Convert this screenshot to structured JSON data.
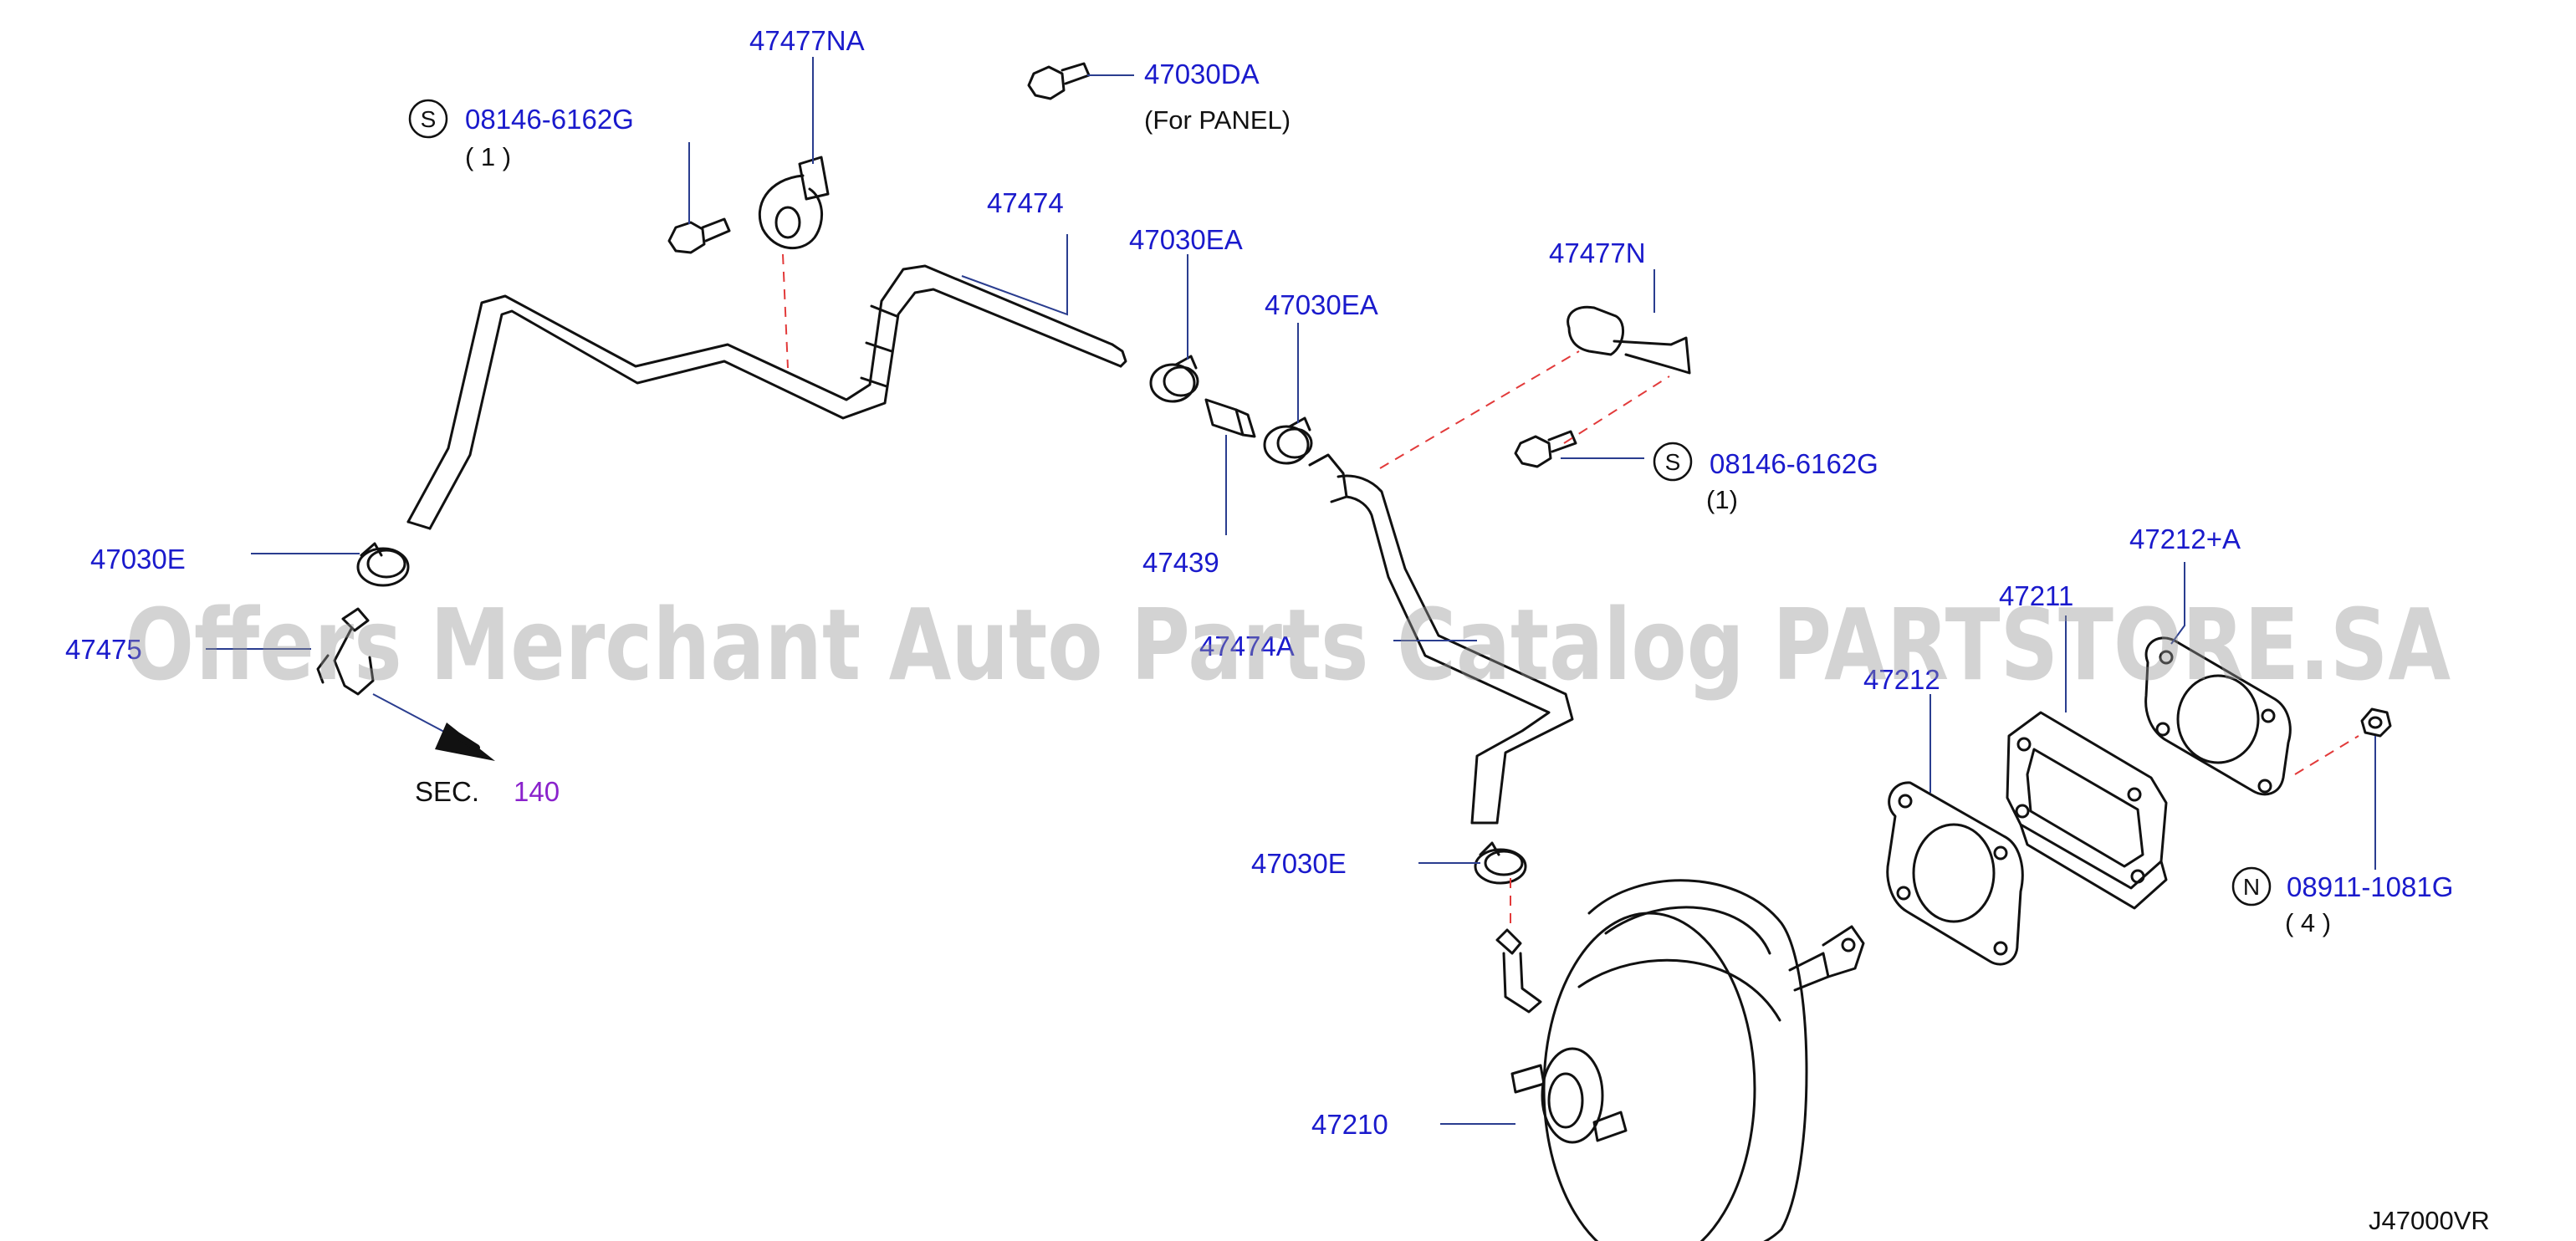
{
  "watermark": "Offers Merchant Auto Parts Catalog PARTSTORE.SA",
  "diagram_code": "J47000VR",
  "section_ref": {
    "label": "SEC.",
    "number": "140"
  },
  "colors": {
    "part_label": "#1a1acc",
    "section_number": "#8a22cc",
    "dashed_guide": "#e23a3a",
    "leader": "#2a3d8f"
  },
  "callouts": [
    {
      "id": "47477NA",
      "label": "47477NA"
    },
    {
      "id": "47030DA",
      "label": "47030DA",
      "note": "(For  PANEL)"
    },
    {
      "id": "08146-6162G-top",
      "symbol": "S",
      "label": "08146-6162G",
      "qty": "( 1 )"
    },
    {
      "id": "47474",
      "label": "47474"
    },
    {
      "id": "47030EA-1",
      "label": "47030EA"
    },
    {
      "id": "47030EA-2",
      "label": "47030EA"
    },
    {
      "id": "47477N",
      "label": "47477N"
    },
    {
      "id": "08146-6162G-mid",
      "symbol": "S",
      "label": "08146-6162G",
      "qty": "(1)"
    },
    {
      "id": "47030E-left",
      "label": "47030E"
    },
    {
      "id": "47439",
      "label": "47439"
    },
    {
      "id": "47475",
      "label": "47475"
    },
    {
      "id": "47474A",
      "label": "47474A"
    },
    {
      "id": "47212A",
      "label": "47212+A"
    },
    {
      "id": "47211",
      "label": "47211"
    },
    {
      "id": "47212",
      "label": "47212"
    },
    {
      "id": "47030E-lower",
      "label": "47030E"
    },
    {
      "id": "08911-1081G",
      "symbol": "N",
      "label": "08911-1081G",
      "qty": "( 4 )"
    },
    {
      "id": "47210",
      "label": "47210"
    }
  ]
}
